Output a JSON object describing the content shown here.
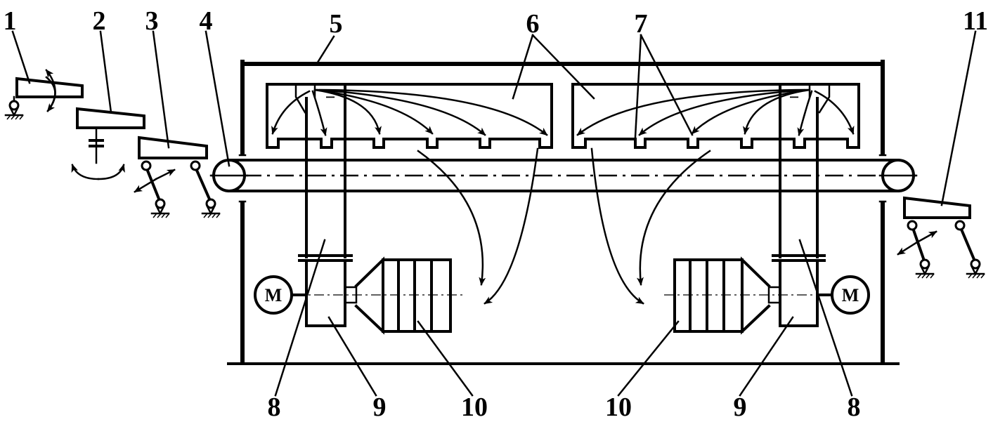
{
  "labels_top": [
    "1",
    "2",
    "3",
    "4",
    "5",
    "6",
    "7",
    "11"
  ],
  "labels_bottom": [
    "8",
    "9",
    "10",
    "10",
    "9",
    "8"
  ],
  "motor_label": "M",
  "minus_sign": "−"
}
